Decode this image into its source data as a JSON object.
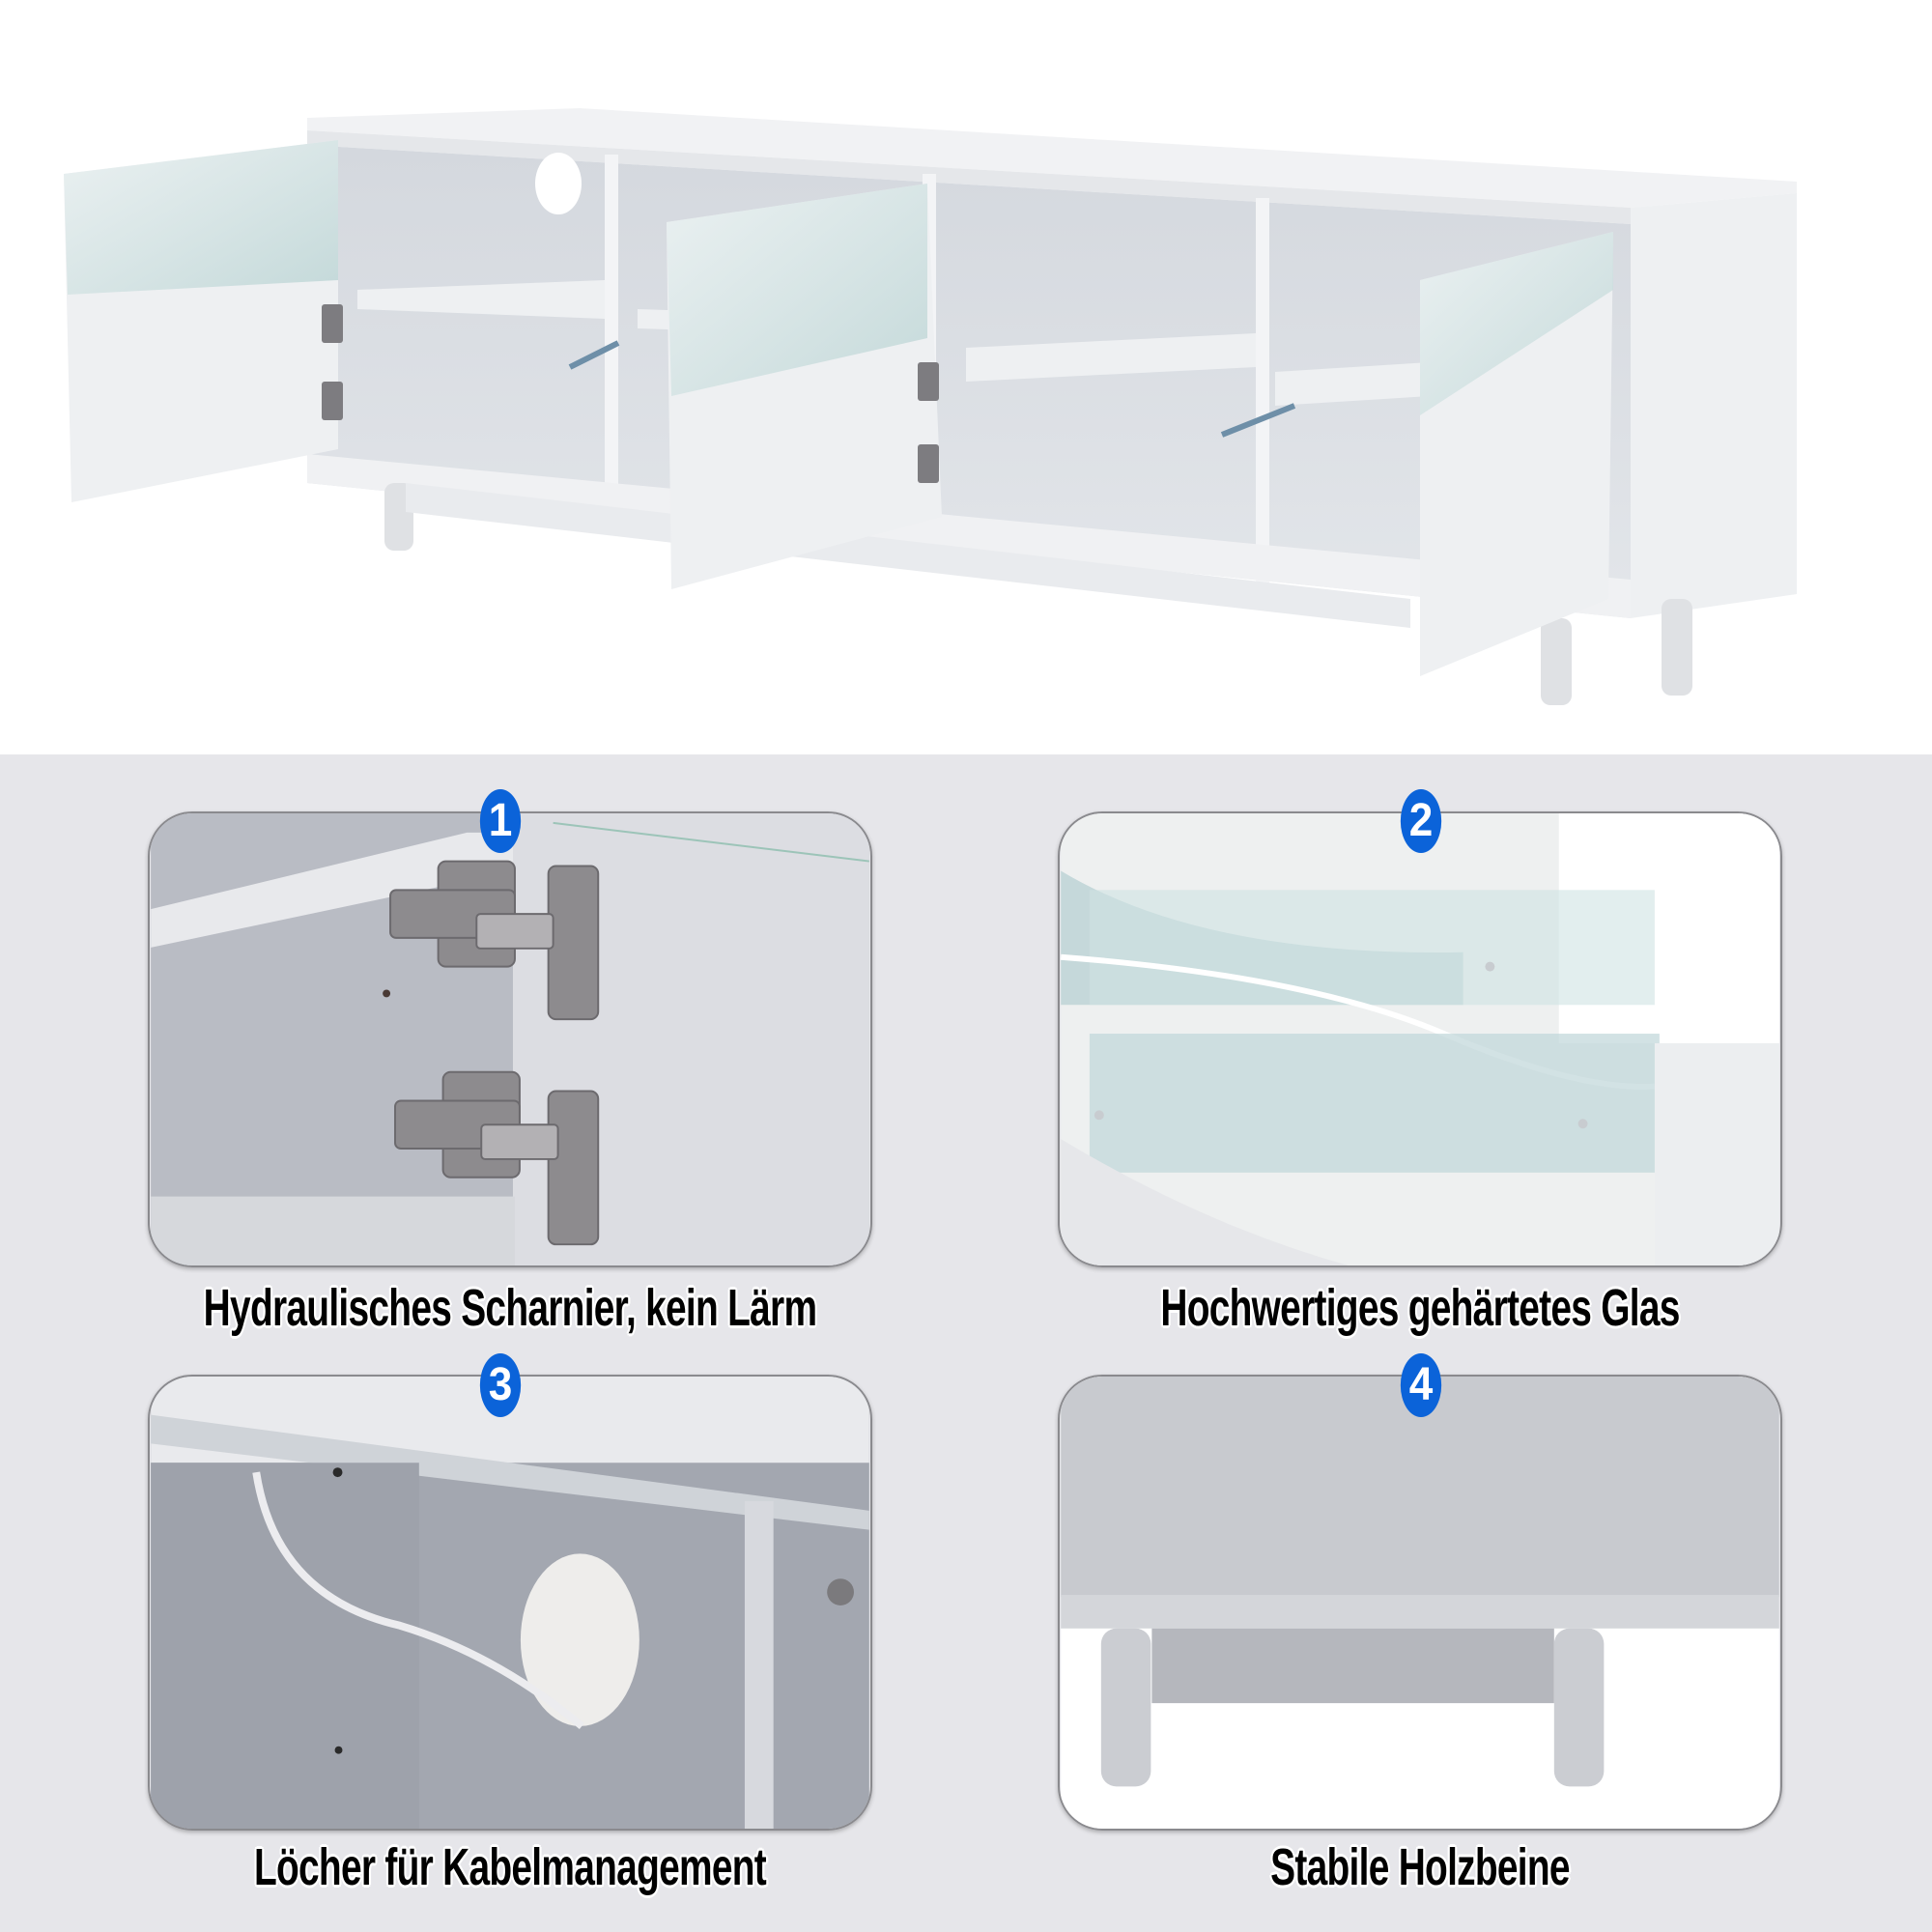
{
  "hero": {
    "subject": "white-tv-cabinet-with-glass-doors",
    "background": "#ffffff"
  },
  "features": {
    "background": "#e6e6ea",
    "badge_color": "#0b63d9",
    "items": [
      {
        "number": "1",
        "caption": "Hydraulisches Scharnier, kein Lärm",
        "image": "hydraulic-hinge-closeup"
      },
      {
        "number": "2",
        "caption": "Hochwertiges gehärtetes Glas",
        "image": "tempered-glass-closeup"
      },
      {
        "number": "3",
        "caption": "Löcher für Kabelmanagement",
        "image": "cable-hole-closeup"
      },
      {
        "number": "4",
        "caption": "Stabile Holzbeine",
        "image": "wooden-legs-closeup"
      }
    ]
  }
}
